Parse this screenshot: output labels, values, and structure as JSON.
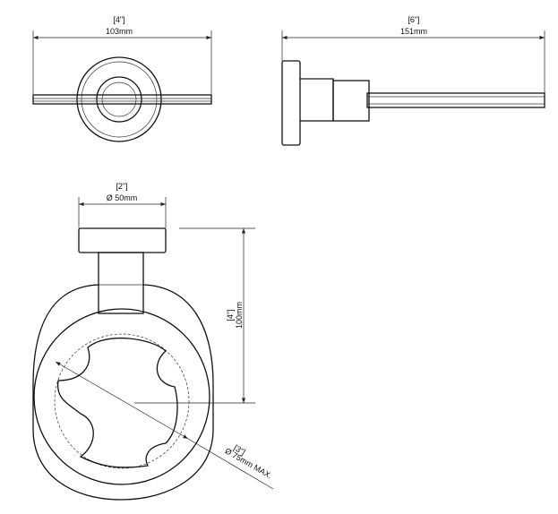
{
  "front_view": {
    "dim_in": "[4\"]",
    "dim_mm": "103mm"
  },
  "side_view": {
    "dim_in": "[6\"]",
    "dim_mm": "151mm"
  },
  "top_view": {
    "flange_dim_in": "[2\"]",
    "flange_dim_mm": "Ø 50mm",
    "height_dim_in": "[4\"]",
    "height_dim_mm": "100mm",
    "cup_dim_in": "[3\"]",
    "cup_dim_mm": "Ø 75mm MAX."
  }
}
